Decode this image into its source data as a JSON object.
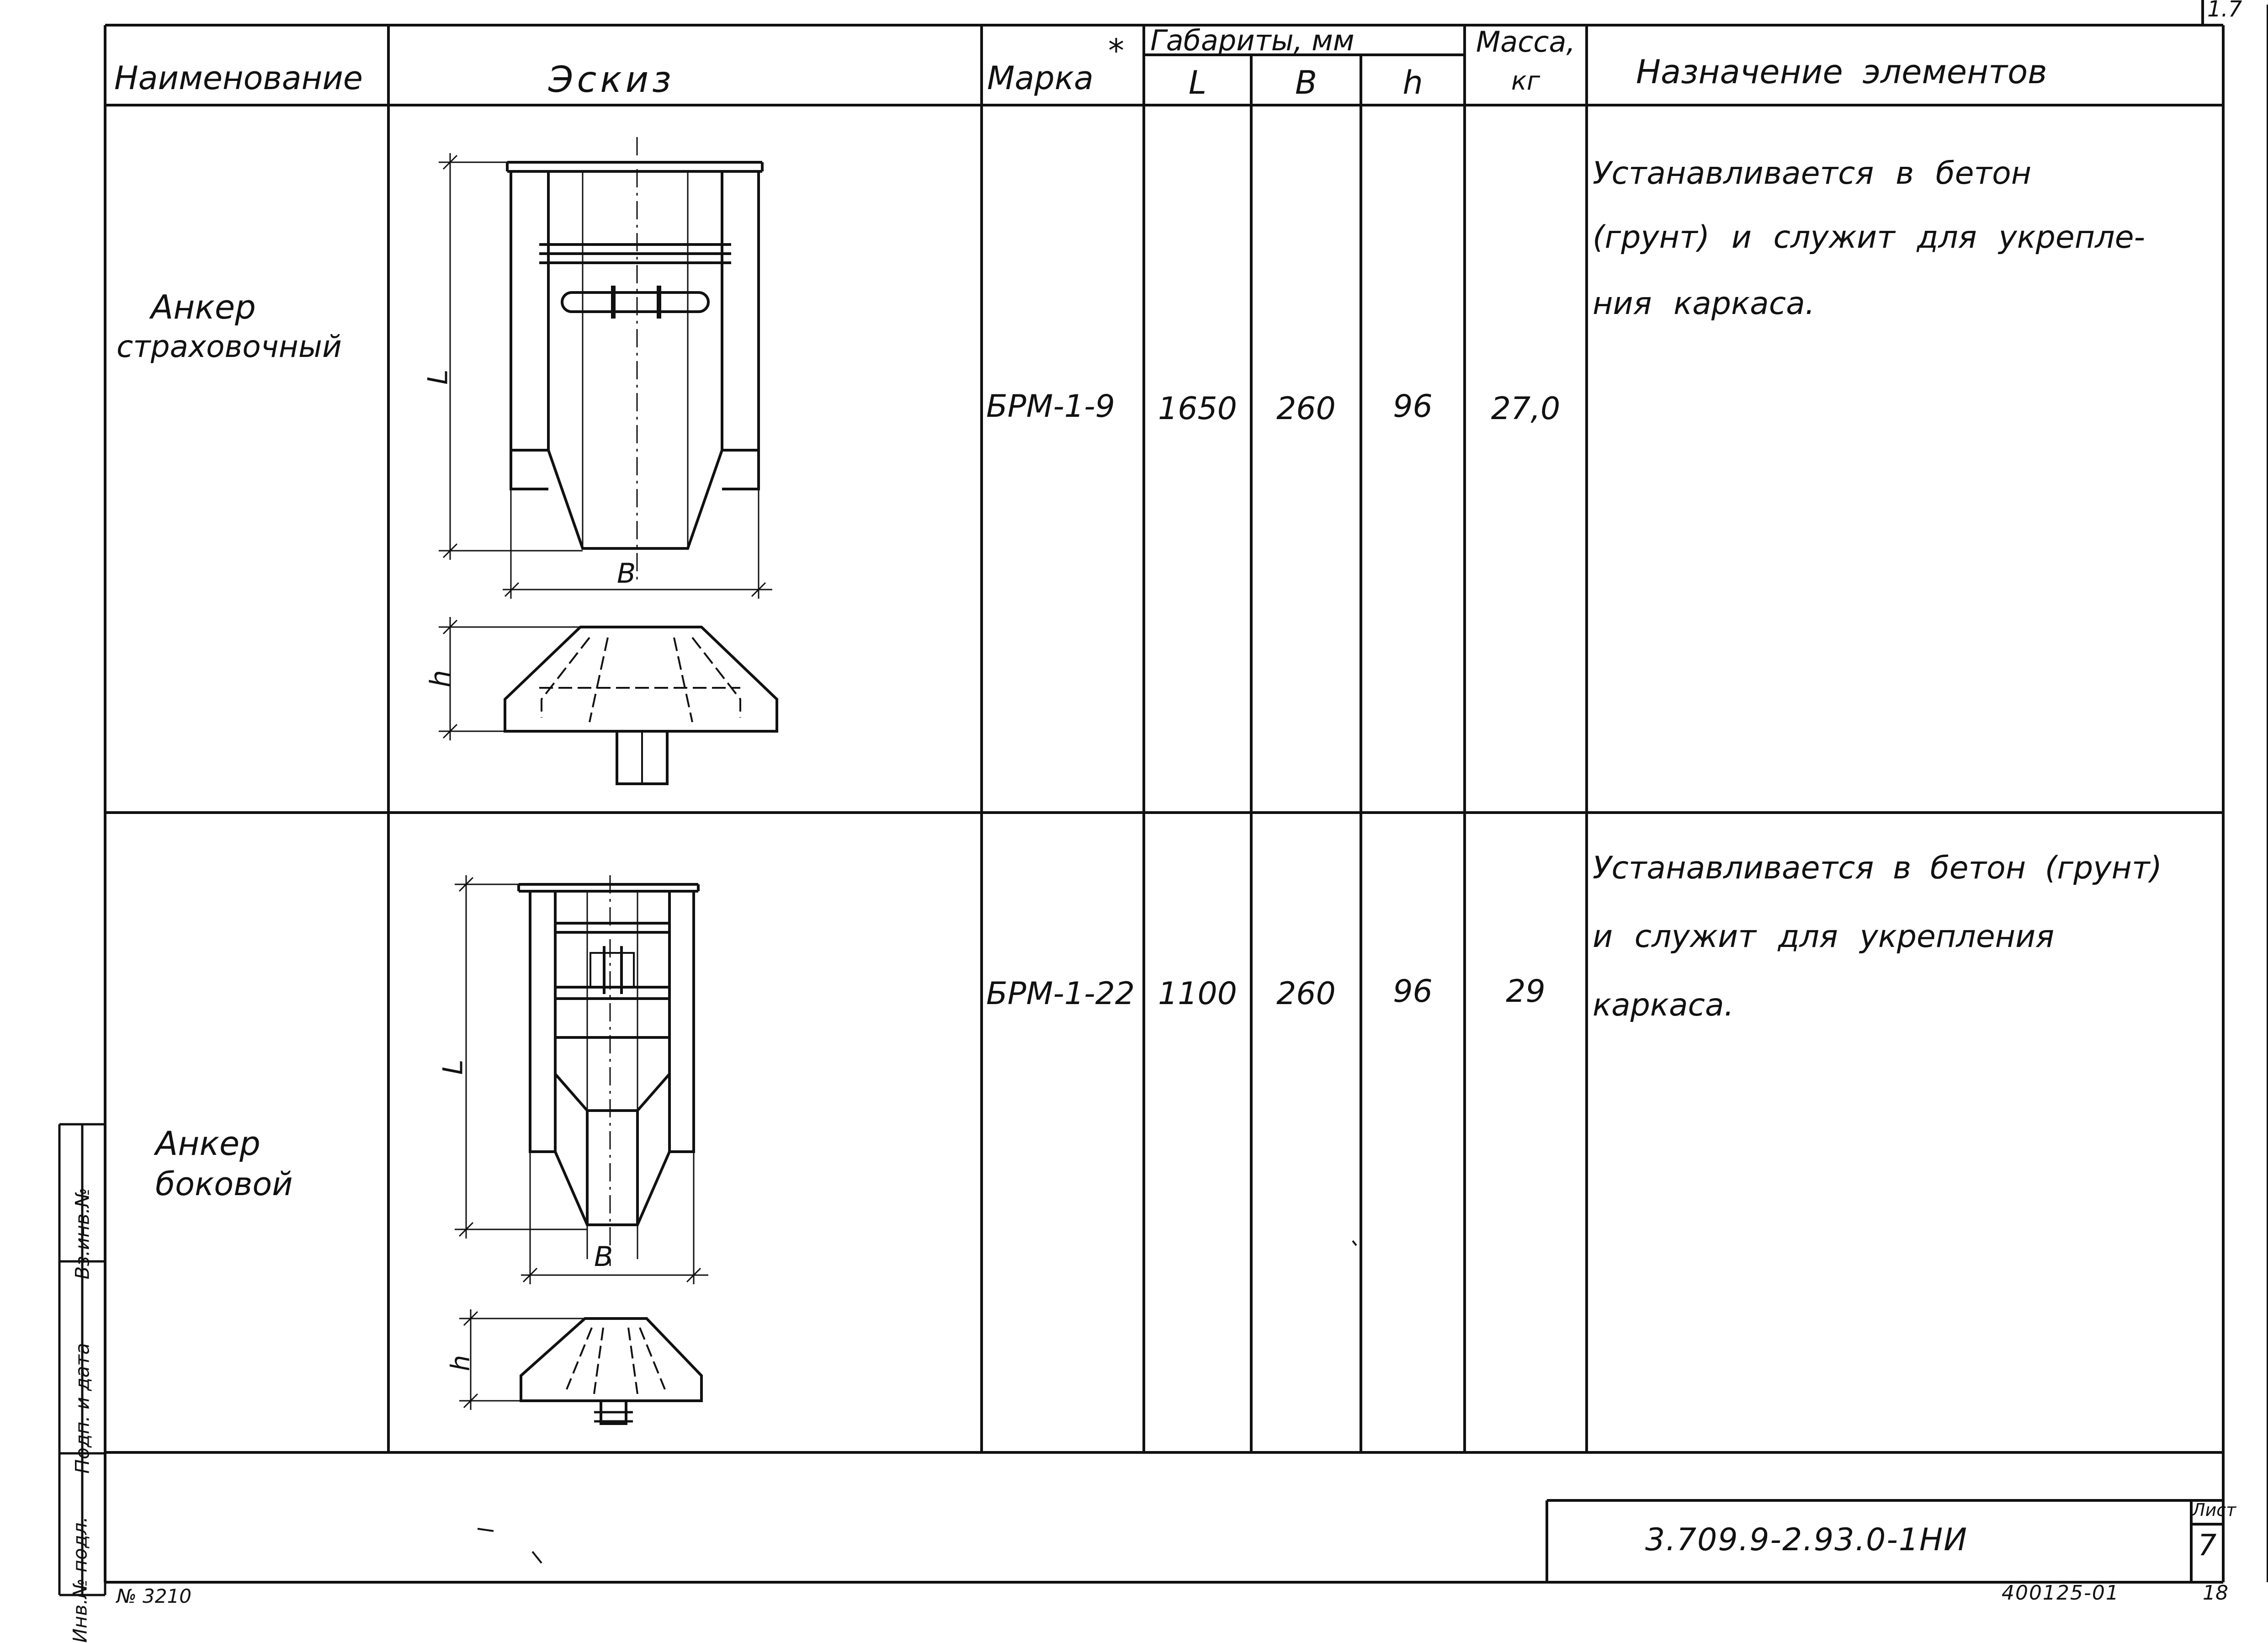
{
  "corner_mark": "1.7",
  "header": {
    "name": "Наименование",
    "sketch": "Эскиз",
    "mark": "Марка",
    "mark_asterisk": "*",
    "dimensions": "Габариты, мм",
    "dim_L": "L",
    "dim_B": "B",
    "dim_h": "h",
    "mass": "Масса,",
    "mass_unit": "кг",
    "purpose": "Назначение элементов"
  },
  "rows": [
    {
      "name_line1": "Анкер",
      "name_line2": "страховочный",
      "mark": "БРМ-1-9",
      "L": "1650",
      "B": "260",
      "h": "96",
      "mass": "27,0",
      "purpose_lines": [
        "Устанавливается в бетон",
        "(грунт) и служит для укрепле-",
        "ния каркаса."
      ],
      "dim_labels": {
        "L": "L",
        "B": "B",
        "h": "h"
      }
    },
    {
      "name_line1": "Анкер",
      "name_line2": "боковой",
      "mark": "БРМ-1-22",
      "L": "1100",
      "B": "260",
      "h": "96",
      "mass": "29",
      "purpose_lines": [
        "Устанавливается в бетон (грунт)",
        "и служит для укрепления",
        "каркаса."
      ],
      "dim_labels": {
        "L": "L",
        "B": "B",
        "h": "h"
      }
    }
  ],
  "side_stamp": {
    "inv_podl": "Инв.№ подл.",
    "sign_date": "Подп. и дата",
    "vzam_inv": "Вз.инв.№"
  },
  "title_block": {
    "doc_code": "3.709.9-2.93.0-1НИ",
    "sheet_label": "Лист",
    "sheet_number": "7"
  },
  "footer": {
    "left_note": "№ 3210",
    "archive_code": "400125-01",
    "page_number": "18"
  }
}
